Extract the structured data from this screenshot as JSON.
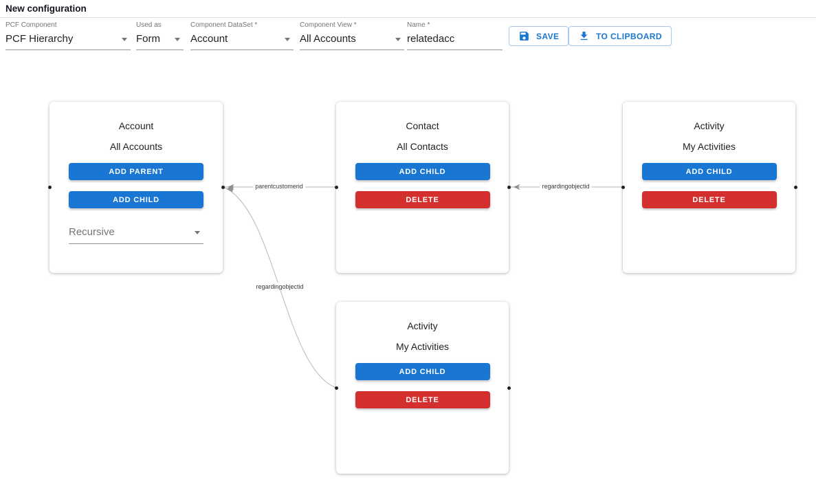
{
  "header": {
    "title": "New configuration"
  },
  "toolbar": {
    "fields": [
      {
        "label": "PCF Component",
        "value": "PCF Hierarchy"
      },
      {
        "label": "Used as",
        "value": "Form"
      },
      {
        "label": "Component DataSet *",
        "value": "Account"
      },
      {
        "label": "Component View *",
        "value": "All Accounts"
      },
      {
        "label": "Name *",
        "value": "relatedacc"
      }
    ],
    "save_label": "SAVE",
    "clipboard_label": "TO CLIPBOARD",
    "icons": {
      "save": "floppy-disk-icon",
      "clipboard": "download-icon",
      "dropdown": "caret-down-icon"
    }
  },
  "colors": {
    "primary": "#1976d2",
    "danger": "#d32f2f",
    "outline_border": "#a6c8f0",
    "connector": "#c2c2c2"
  },
  "diagram": {
    "nodes": [
      {
        "entity": "Account",
        "view": "All Accounts",
        "buttons": [
          "ADD PARENT",
          "ADD CHILD"
        ],
        "recursive_placeholder": "Recursive"
      },
      {
        "entity": "Contact",
        "view": "All Contacts",
        "buttons": [
          "ADD CHILD",
          "DELETE"
        ]
      },
      {
        "entity": "Activity",
        "view": "My Activities",
        "buttons": [
          "ADD CHILD",
          "DELETE"
        ]
      },
      {
        "entity": "Activity",
        "view": "My Activities",
        "buttons": [
          "ADD CHILD",
          "DELETE"
        ]
      }
    ],
    "connections": [
      {
        "label": "parentcustomerid"
      },
      {
        "label": "regardingobjectid"
      },
      {
        "label": "regardingobjectid"
      }
    ]
  }
}
